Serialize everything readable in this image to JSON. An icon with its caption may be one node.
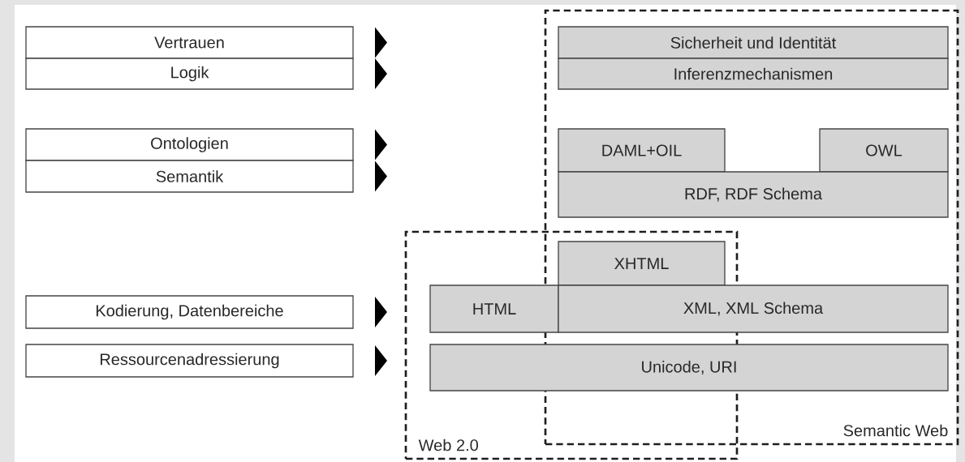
{
  "diagram": {
    "nodes": [
      {
        "text": [
          "Vertrauen"
        ]
      },
      {
        "text": [
          "Logik"
        ]
      },
      {
        "text": [
          "Ontologien"
        ]
      },
      {
        "text": [
          "Semantik"
        ]
      },
      {
        "text": [
          "Kodierung, Datenbereiche"
        ]
      },
      {
        "text": [
          "Ressourcenadressierung"
        ]
      },
      {
        "text": [
          "Semantic Web"
        ]
      },
      {
        "text": [
          "Sicherheit und Identität"
        ],
        "in": 6
      },
      {
        "text": [
          "Inferenzmechanismen"
        ],
        "in": 6
      },
      {
        "text": [
          "DAML+OIL"
        ],
        "in": 6
      },
      {
        "text": [
          "OWL"
        ],
        "in": 6
      },
      {
        "text": [
          "RDF, RDF Schema"
        ],
        "in": 6
      },
      {
        "text": [
          "Web 2.0"
        ]
      },
      {
        "text": [
          "XHTML"
        ]
      },
      {
        "text": [
          "HTML"
        ],
        "in": 12
      },
      {
        "text": [
          "XML, XML Schema"
        ],
        "in": 6
      },
      {
        "text": [
          "Unicode, URI"
        ]
      }
    ]
  }
}
